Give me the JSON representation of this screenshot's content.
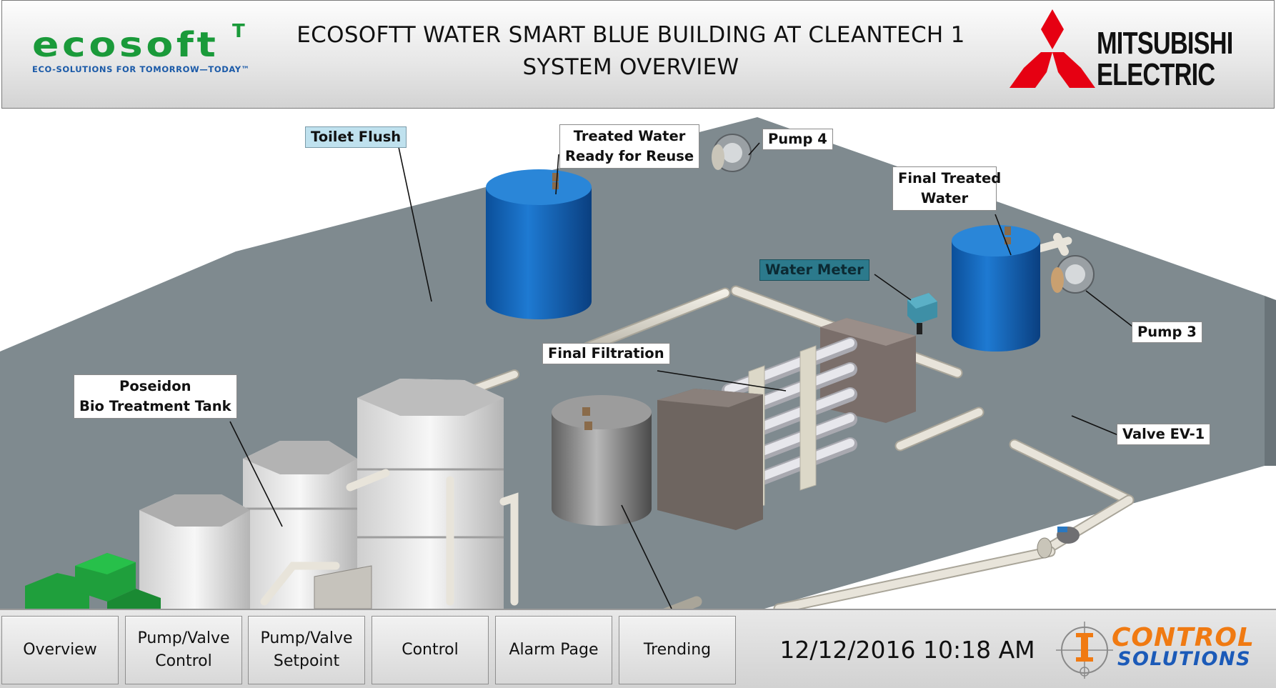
{
  "header": {
    "title_line1": "ECOSOFTT WATER SMART BLUE BUILDING AT CLEANTECH 1",
    "title_line2": "SYSTEM OVERVIEW",
    "left_logo": {
      "word": "ecosoft",
      "superscript": "T",
      "tagline": "ECO-SOLUTIONS FOR TOMORROW—TODAY™"
    },
    "right_logo": {
      "line1": "MITSUBISHI",
      "line2": "ELECTRIC"
    }
  },
  "scene": {
    "labels": {
      "toilet_flush": "Toilet Flush",
      "treated_water_line1": "Treated Water",
      "treated_water_line2": "Ready for Reuse",
      "pump4": "Pump 4",
      "final_treated_line1": "Final Treated",
      "final_treated_line2": "Water",
      "water_meter": "Water Meter",
      "pump3": "Pump 3",
      "final_filtration": "Final Filtration",
      "valve_ev1": "Valve EV-1",
      "poseidon_line1": "Poseidon",
      "poseidon_line2": "Bio Treatment Tank"
    }
  },
  "footer": {
    "nav": [
      {
        "lines": [
          "Overview"
        ]
      },
      {
        "lines": [
          "Pump/Valve",
          "Control"
        ]
      },
      {
        "lines": [
          "Pump/Valve",
          "Setpoint"
        ]
      },
      {
        "lines": [
          "Control"
        ]
      },
      {
        "lines": [
          "Alarm Page"
        ]
      },
      {
        "lines": [
          "Trending"
        ]
      }
    ],
    "datetime": "12/12/2016 10:18 AM",
    "right_logo": {
      "line1": "CONTROL",
      "line2": "SOLUTIONS"
    }
  }
}
